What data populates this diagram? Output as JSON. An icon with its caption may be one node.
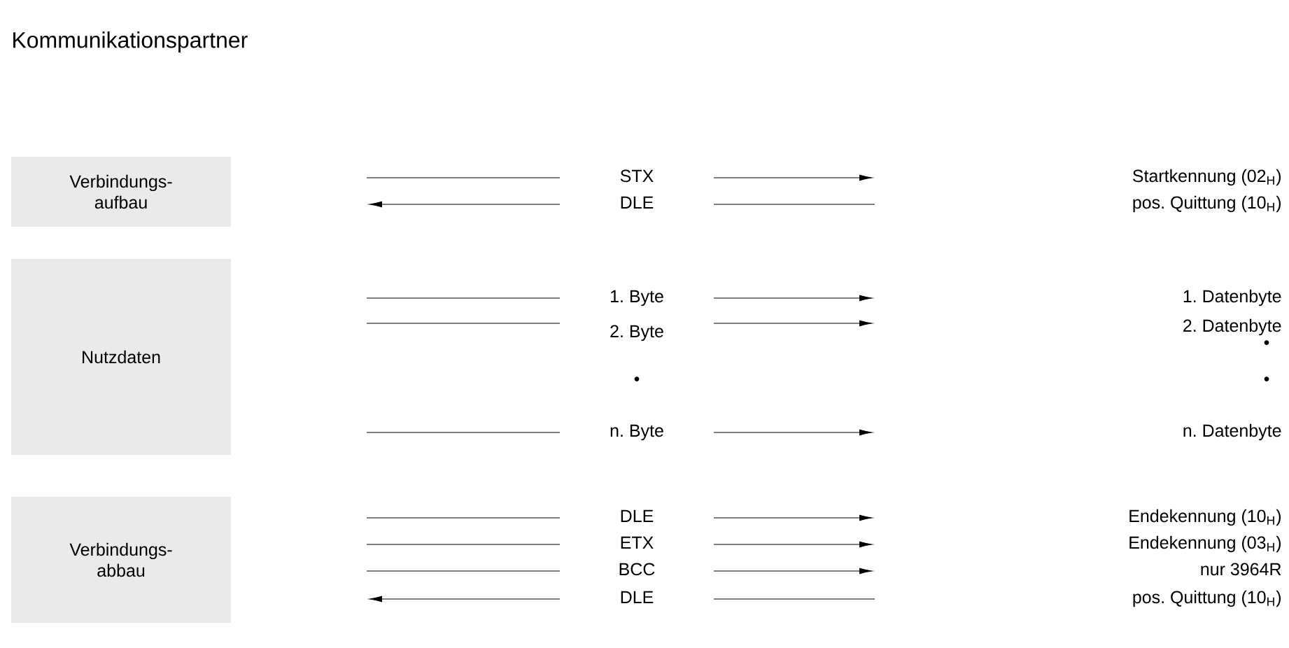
{
  "diagram": {
    "title": "Kommunikationspartner",
    "nodes": [
      {
        "text": [
          "Verbindungs- aufbau"
        ]
      },
      {
        "text": [
          "Nutzdaten"
        ]
      },
      {
        "text": [
          "Verbindungs- abbau"
        ]
      }
    ],
    "labels": [
      "STX",
      "Startkennung (02$_{H}$)",
      "DLE",
      "pos. Quittung (10$_{H}$)",
      "1. Byte",
      "1. Datenbyte",
      "2. Byte",
      "2. Datenbyte",
      "•",
      "•",
      "•",
      "n. Byte",
      "n. Datenbyte",
      "DLE",
      "Endekennung  (10$_{H}$)",
      "ETX",
      "Endekennung (03$_{H}$)",
      "BCC",
      "nur 3964R",
      "DLE",
      "pos. Quittung (10$_{H}$)"
    ]
  }
}
